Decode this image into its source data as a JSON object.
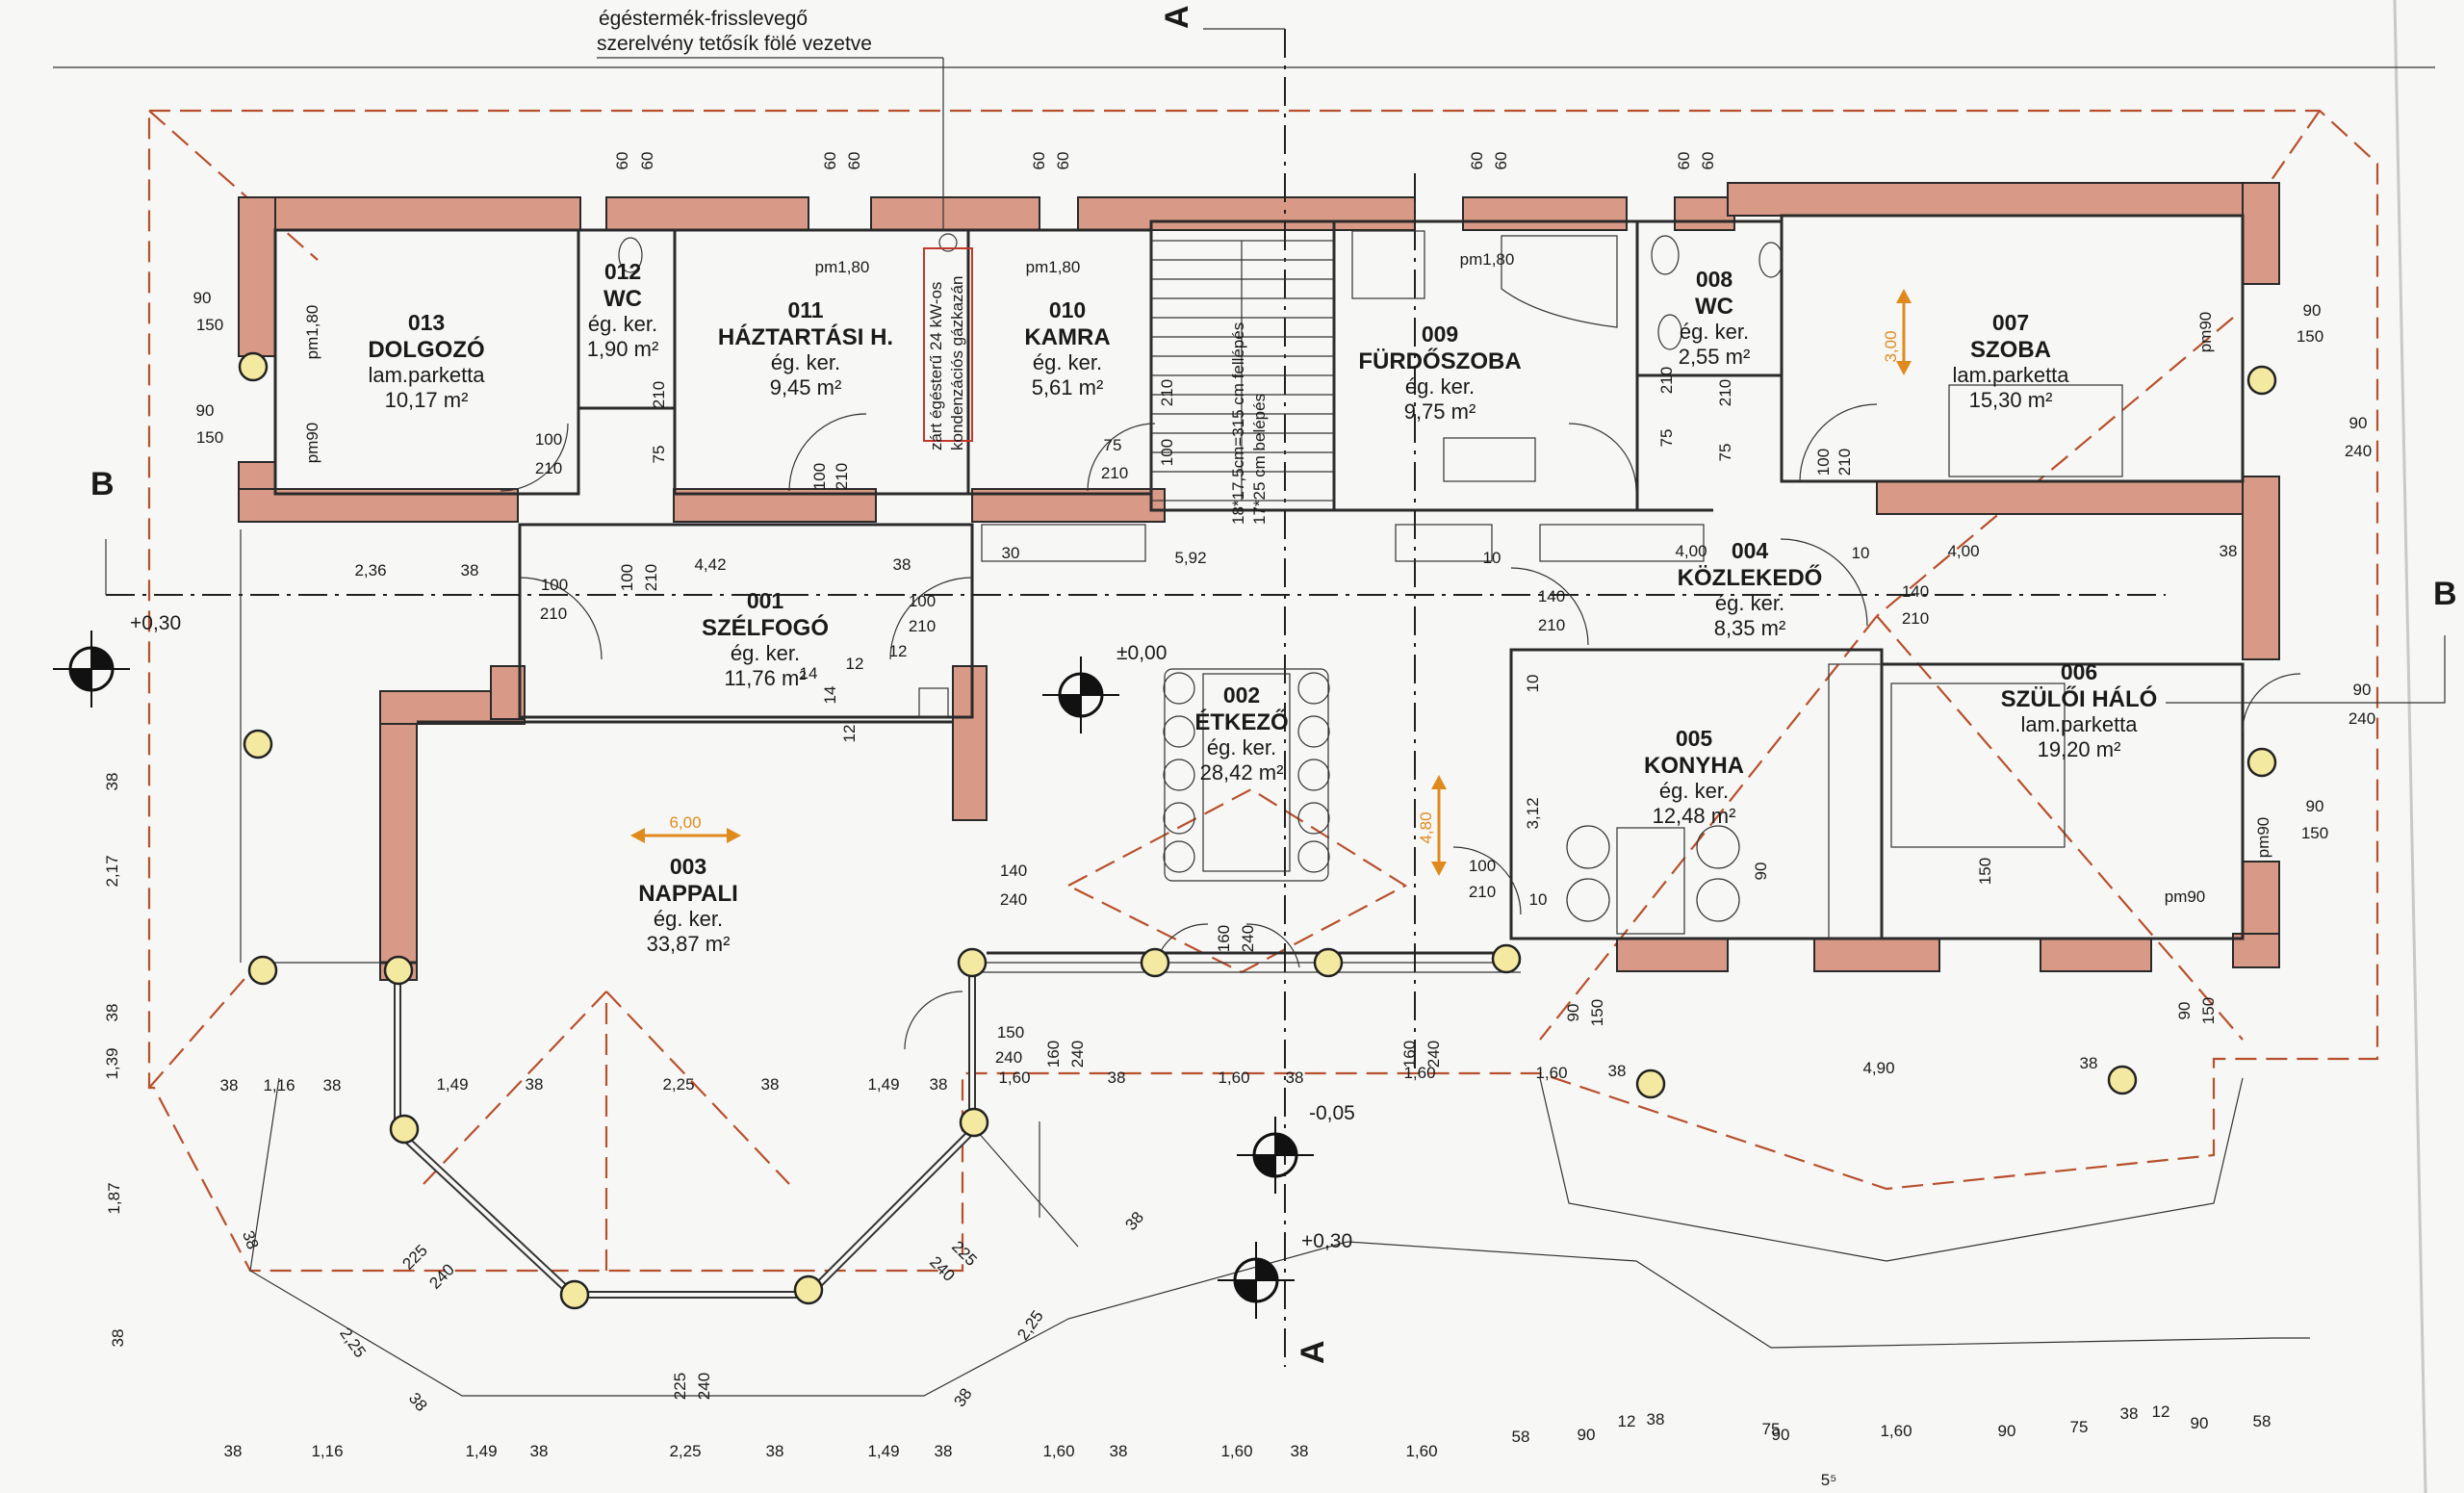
{
  "notes": {
    "flue_line1": "égéstermék-frisslevegő",
    "flue_line2": "szerelvény tetősík fölé vezetve",
    "boiler_line1": "zárt égésterű 24 kW-os",
    "boiler_line2": "kondenzációs gázkazán",
    "stair_line1": "18*17,5cm=315 cm fellépés",
    "stair_line2": "17*25 cm belépés"
  },
  "sections": {
    "a_top": "A",
    "a_bottom": "A",
    "b_left": "B",
    "b_right": "B"
  },
  "levels": {
    "l1": "+0,30",
    "l2": "±0,00",
    "l3": "-0,05",
    "l4": "+0,30"
  },
  "rooms": [
    {
      "id": "013",
      "name": "DOLGOZÓ",
      "finish": "lam.parketta",
      "area": "10,17 m²"
    },
    {
      "id": "012",
      "name": "WC",
      "finish": "ég. ker.",
      "area": "1,90 m²"
    },
    {
      "id": "011",
      "name": "HÁZTARTÁSI H.",
      "finish": "ég. ker.",
      "area": "9,45 m²"
    },
    {
      "id": "010",
      "name": "KAMRA",
      "finish": "ég. ker.",
      "area": "5,61 m²"
    },
    {
      "id": "009",
      "name": "FÜRDŐSZOBA",
      "finish": "ég. ker.",
      "area": "9,75 m²"
    },
    {
      "id": "008",
      "name": "WC",
      "finish": "ég. ker.",
      "area": "2,55 m²"
    },
    {
      "id": "007",
      "name": "SZOBA",
      "finish": "lam.parketta",
      "area": "15,30 m²"
    },
    {
      "id": "001",
      "name": "SZÉLFOGÓ",
      "finish": "ég. ker.",
      "area": "11,76 m²"
    },
    {
      "id": "002",
      "name": "ÉTKEZŐ",
      "finish": "ég. ker.",
      "area": "28,42 m²"
    },
    {
      "id": "004",
      "name": "KÖZLEKEDŐ",
      "finish": "ég. ker.",
      "area": "8,35 m²"
    },
    {
      "id": "006",
      "name": "SZÜLŐI HÁLÓ",
      "finish": "lam.parketta",
      "area": "19,20 m²"
    },
    {
      "id": "005",
      "name": "KONYHA",
      "finish": "ég. ker.",
      "area": "12,48 m²"
    },
    {
      "id": "003",
      "name": "NAPPALI",
      "finish": "ég. ker.",
      "area": "33,87 m²"
    }
  ],
  "parapets": [
    "pm1,80",
    "pm1,80",
    "pm1,80",
    "pm1,80",
    "pm90",
    "pm90",
    "pm90",
    "pm90"
  ],
  "orange_dims": [
    "3,00",
    "6,00",
    "4,80"
  ],
  "dims": {
    "top": [
      "60",
      "60",
      "60",
      "60",
      "60",
      "60",
      "60",
      "60",
      "60",
      "60"
    ],
    "left_windows": [
      "90",
      "150",
      "90",
      "150"
    ],
    "right_windows": [
      "90",
      "150",
      "90",
      "240",
      "90",
      "240",
      "90",
      "150"
    ],
    "doors": [
      "100",
      "210",
      "75",
      "210",
      "100",
      "210",
      "75",
      "210",
      "100",
      "210",
      "75",
      "210",
      "75",
      "210",
      "100",
      "210",
      "100",
      "210",
      "100",
      "210",
      "100",
      "210",
      "140",
      "210",
      "140",
      "210",
      "140",
      "240",
      "100",
      "210",
      "150",
      "240",
      "160",
      "240",
      "160",
      "240",
      "160",
      "240",
      "90",
      "150",
      "90",
      "150",
      "90",
      "150"
    ],
    "corridor": [
      "2,36",
      "38",
      "4,42",
      "38",
      "5,92",
      "30",
      "10",
      "4,00",
      "10",
      "4,00",
      "38",
      "12",
      "12",
      "14",
      "14",
      "12",
      "10",
      "3,12",
      "10"
    ],
    "left_side": [
      "38",
      "2,17",
      "38",
      "1,39",
      "1,87",
      "38",
      "38"
    ],
    "front_row": [
      "38",
      "1,16",
      "38",
      "1,49",
      "38",
      "2,25",
      "38",
      "1,49",
      "38",
      "1,60",
      "38",
      "1,60",
      "38",
      "1,60",
      "1,60",
      "38",
      "4,90",
      "38"
    ],
    "bay": [
      "225",
      "240",
      "225",
      "240",
      "225",
      "240",
      "2,25",
      "2,25",
      "38",
      "38",
      "38"
    ],
    "bottom_row": [
      "38",
      "1,16",
      "1,49",
      "38",
      "2,25",
      "38",
      "1,49",
      "38",
      "1,60",
      "38",
      "1,60",
      "38",
      "1,60",
      "58",
      "90",
      "12",
      "38",
      "75",
      "90",
      "1,60",
      "90",
      "75",
      "38",
      "12",
      "90",
      "58",
      "5⁵"
    ]
  }
}
